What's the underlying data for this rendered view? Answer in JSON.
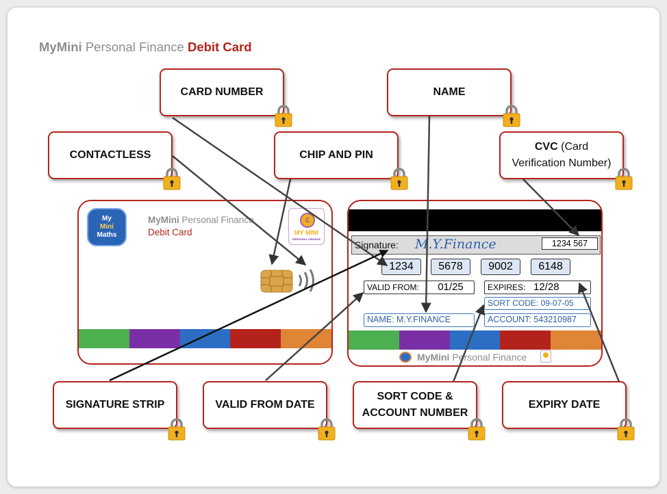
{
  "title": {
    "brand": "MyMini",
    "sub": "Personal Finance",
    "product": "Debit Card"
  },
  "callouts": {
    "card_number": "CARD NUMBER",
    "name": "NAME",
    "contactless": "CONTACTLESS",
    "chip_and_pin": "CHIP AND PIN",
    "cvc_bold": "CVC",
    "cvc_rest": "(Card",
    "cvc_line2": "Verification Number)",
    "signature_strip": "SIGNATURE STRIP",
    "valid_from_date": "VALID FROM DATE",
    "sort_code_line1": "SORT CODE &",
    "sort_code_line2": "ACCOUNT NUMBER",
    "expiry_date": "EXPIRY DATE"
  },
  "front_card": {
    "logo_text": [
      "My",
      "Mini",
      "Maths"
    ],
    "brand": "MyMini",
    "sub": "Personal Finance",
    "product": "Debit Card",
    "badge_title": "MY MINI",
    "badge_sub": "PERSONAL FINANCE"
  },
  "back_card": {
    "signature_label": "Signature:",
    "signature_value": "M.Y.Finance",
    "cvc_value": "1234 567",
    "card_number": [
      "1234",
      "5678",
      "9002",
      "6148"
    ],
    "valid_from_label": "VALID FROM:",
    "valid_from_value": "01/25",
    "expires_label": "EXPIRES:",
    "expires_value": "12/28",
    "sort_code": "SORT CODE: 09-07-05",
    "name": "NAME:   M.Y.FINANCE",
    "account": "ACCOUNT: 543210987",
    "footer_brand": "MyMini",
    "footer_sub": "Personal Finance"
  },
  "colors": {
    "border": "#b3251c",
    "stripes": [
      "#4caf50",
      "#7b2fa6",
      "#2c6ec4",
      "#b3231b",
      "#e08436"
    ],
    "lock": "#f2b01e",
    "blue_text": "#2c5fa8"
  }
}
